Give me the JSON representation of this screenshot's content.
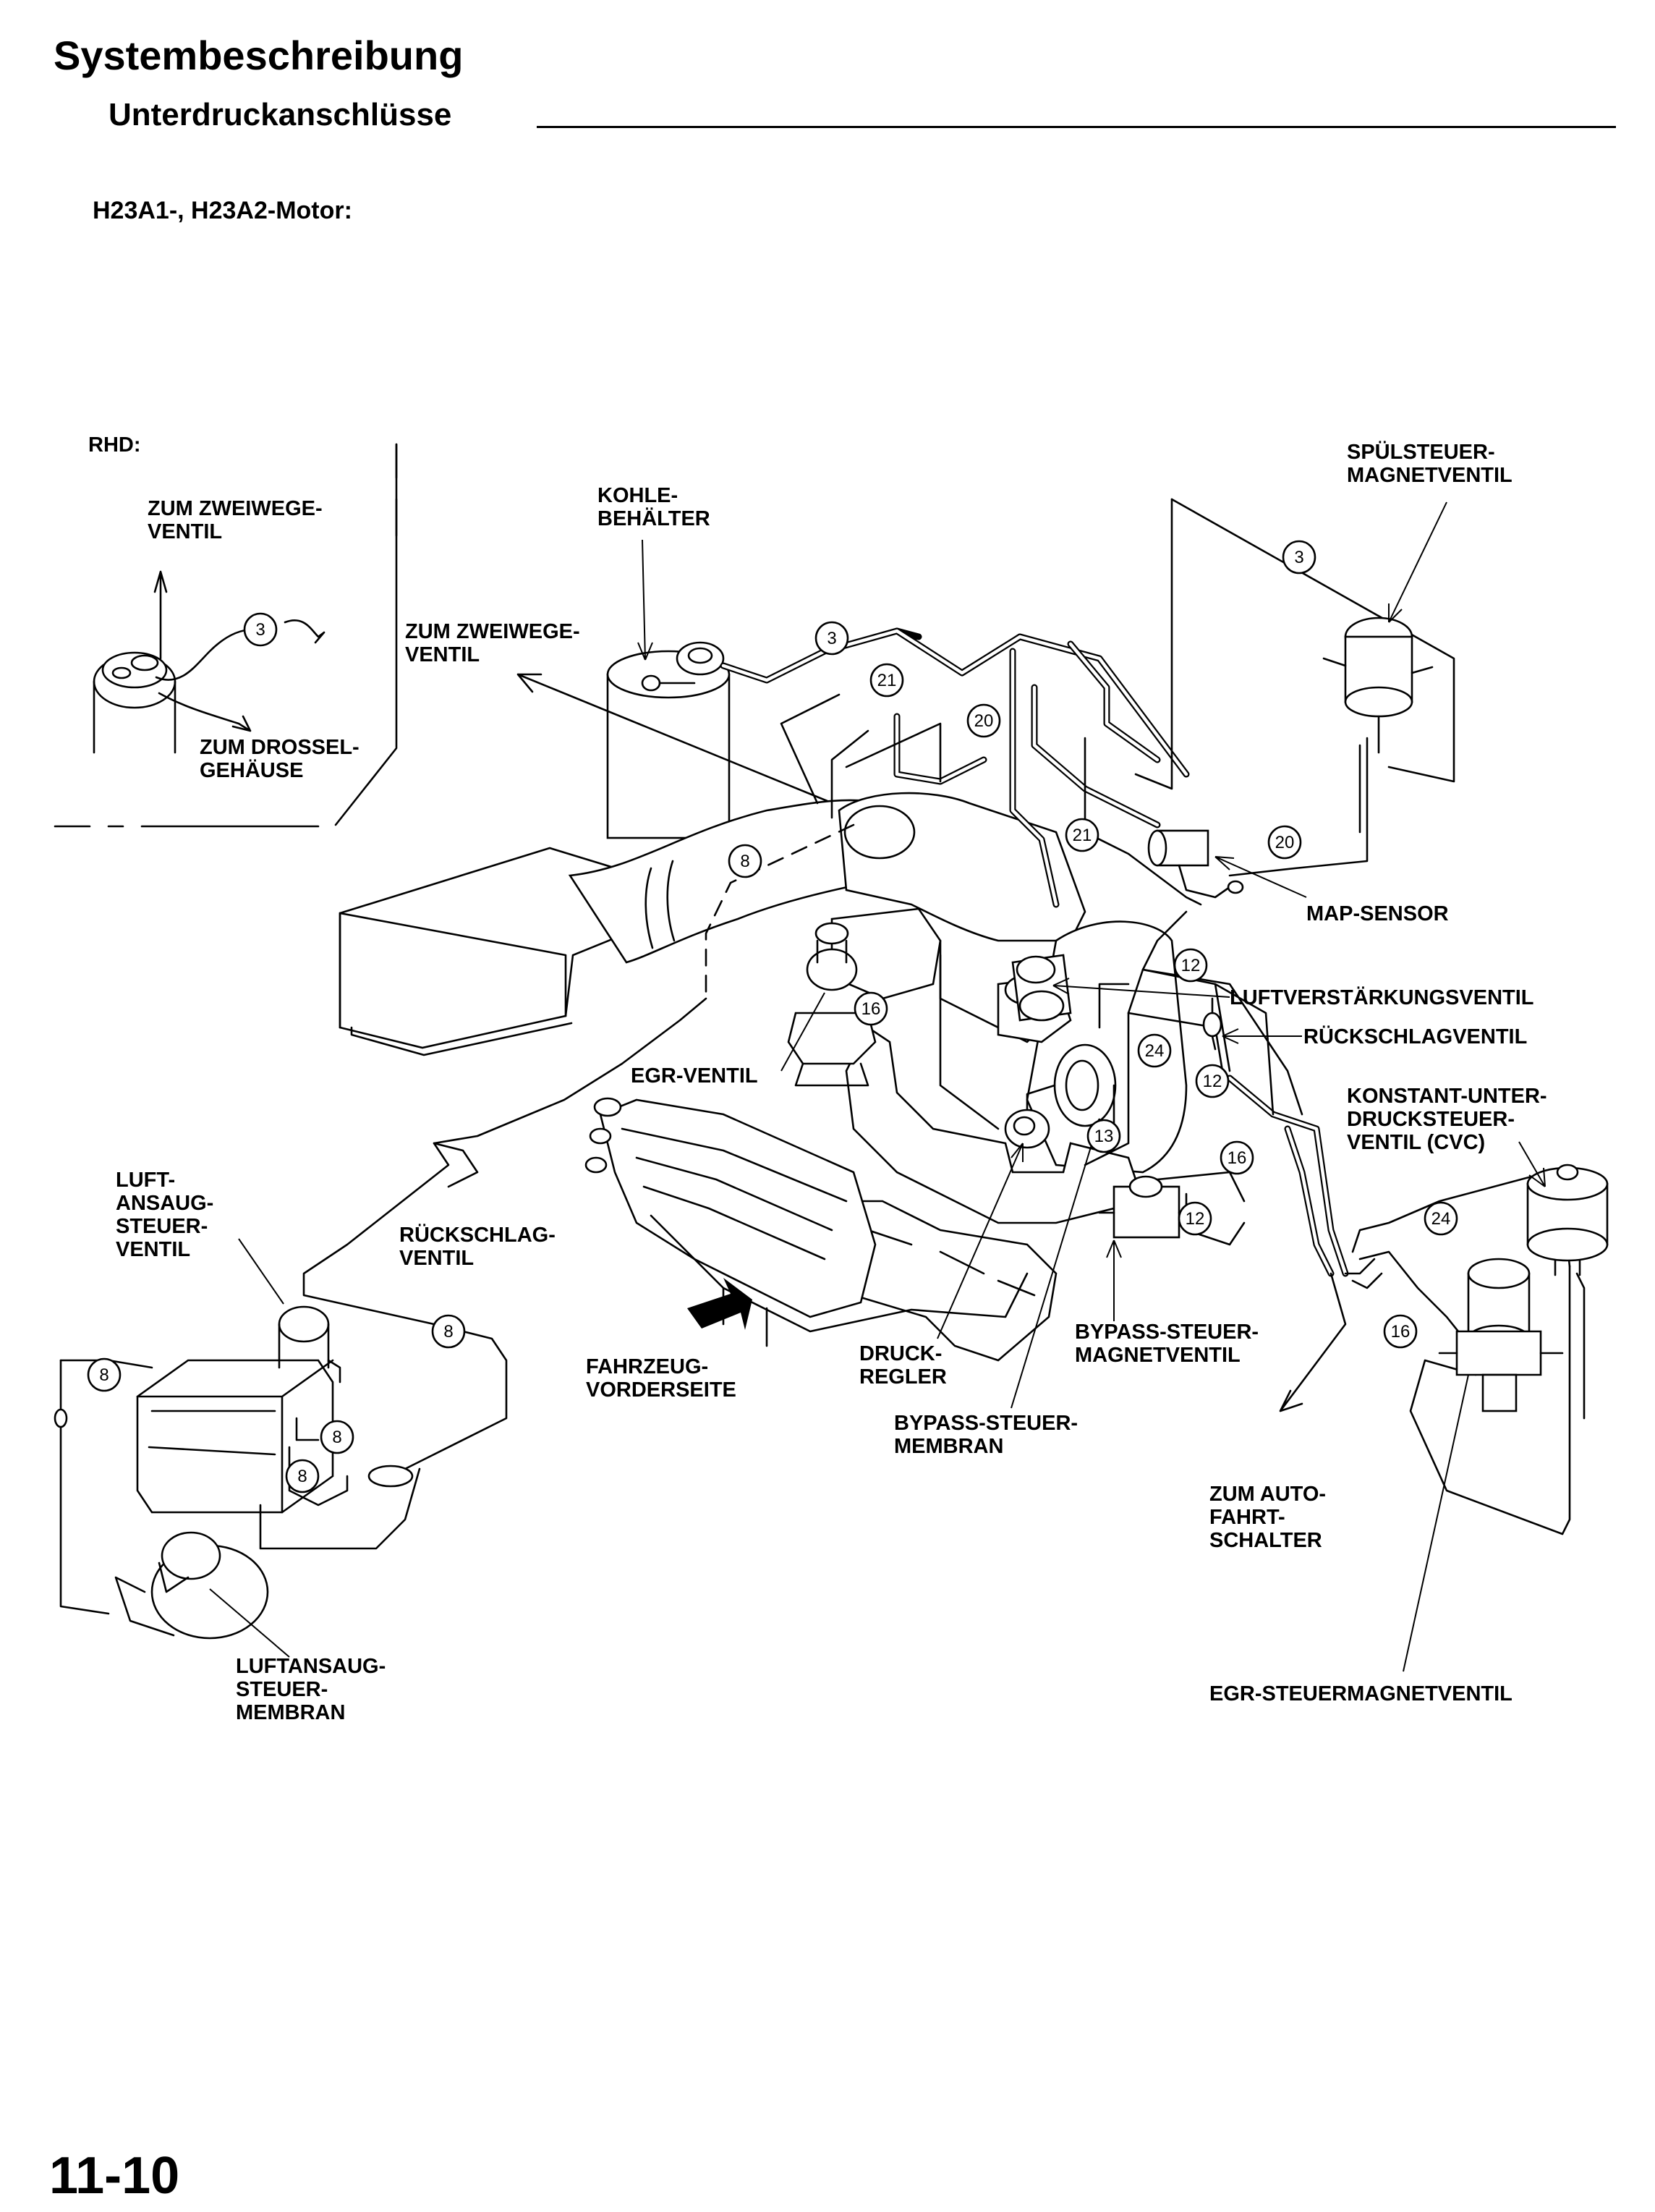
{
  "header": {
    "title": "Systembeschreibung",
    "section": "Unterdruckanschlüsse",
    "engine": "H23A1-, H23A2-Motor:"
  },
  "page_number": "11-10",
  "diagram": {
    "variant_label": "RHD:",
    "labels": {
      "zweiwege_inset": [
        "ZUM ZWEIWEGE-",
        "VENTIL"
      ],
      "drossel_inset": [
        "ZUM DROSSEL-",
        "GEHÄUSE"
      ],
      "kohle": [
        "KOHLE-",
        "BEHÄLTER"
      ],
      "zweiwege_main": [
        "ZUM ZWEIWEGE-",
        "VENTIL"
      ],
      "spuel": [
        "SPÜLSTEUER-",
        "MAGNETVENTIL"
      ],
      "map": [
        "MAP-SENSOR"
      ],
      "luftverst": [
        "LUFTVERSTÄRKUNGSVENTIL"
      ],
      "rueck_right": [
        "RÜCKSCHLAGVENTIL"
      ],
      "cvc": [
        "KONSTANT-UNTER-",
        "DRUCKSTEUER-",
        "VENTIL (CVC)"
      ],
      "egr_ventil": [
        "EGR-VENTIL"
      ],
      "luft_steuer": [
        "LUFT-",
        "ANSAUG-",
        "STEUER-",
        "VENTIL"
      ],
      "rueck_left": [
        "RÜCKSCHLAG-",
        "VENTIL"
      ],
      "fahrzeug": [
        "FAHRZEUG-",
        "VORDERSEITE"
      ],
      "druck": [
        "DRUCK-",
        "REGLER"
      ],
      "bypass_mag": [
        "BYPASS-STEUER-",
        "MAGNETVENTIL"
      ],
      "bypass_mem": [
        "BYPASS-STEUER-",
        "MEMBRAN"
      ],
      "auto": [
        "ZUM AUTO-",
        "FAHRT-",
        "SCHALTER"
      ],
      "egr_steuer": [
        "EGR-STEUERMAGNETVENTIL"
      ],
      "luft_membran": [
        "LUFTANSAUG-",
        "STEUER-",
        "MEMBRAN"
      ]
    },
    "callouts": [
      "3",
      "3",
      "3",
      "21",
      "20",
      "21",
      "20",
      "8",
      "16",
      "12",
      "24",
      "12",
      "13",
      "16",
      "12",
      "24",
      "16",
      "8",
      "8",
      "8",
      "8"
    ]
  }
}
